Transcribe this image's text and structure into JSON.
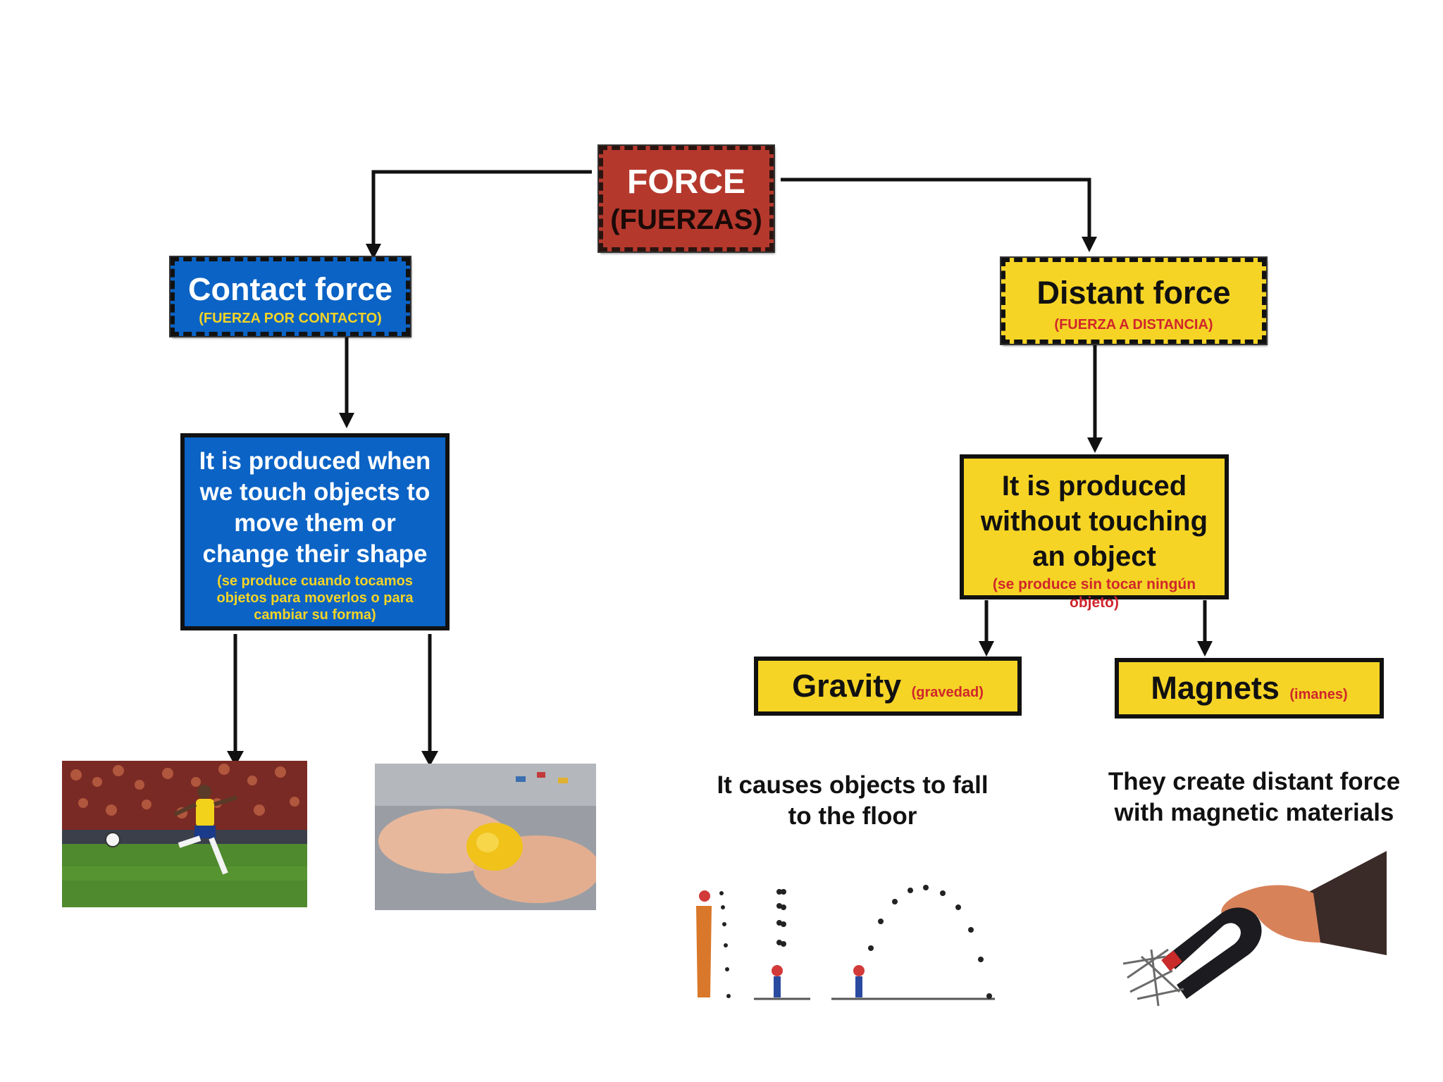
{
  "colors": {
    "root": "#b5382d",
    "contact": "#0b63c5",
    "distant": "#f5d425",
    "accent_red": "#d0262c",
    "accent_yellow": "#f5d425"
  },
  "root": {
    "title": "FORCE",
    "subtitle": "(FUERZAS)"
  },
  "contact": {
    "title": "Contact force",
    "subtitle": "(FUERZA POR CONTACTO)",
    "description": "It is produced when we touch objects to move them or change their shape",
    "description_es": "(se produce cuando tocamos objetos para moverlos o para cambiar su forma)",
    "images": [
      "soccer-kick-photo",
      "hands-shaping-clay-photo"
    ]
  },
  "distant": {
    "title": "Distant force",
    "subtitle": "(FUERZA A DISTANCIA)",
    "description": "It is produced without touching an object",
    "description_es": "(se produce sin tocar ningún objeto)",
    "gravity": {
      "title": "Gravity",
      "subtitle": "(gravedad)",
      "caption": "It causes objects to fall to the floor",
      "image": "falling-objects-illustration"
    },
    "magnets": {
      "title": "Magnets",
      "subtitle": "(imanes)",
      "caption": "They create distant force with magnetic materials",
      "image": "hand-holding-magnet-photo"
    }
  }
}
